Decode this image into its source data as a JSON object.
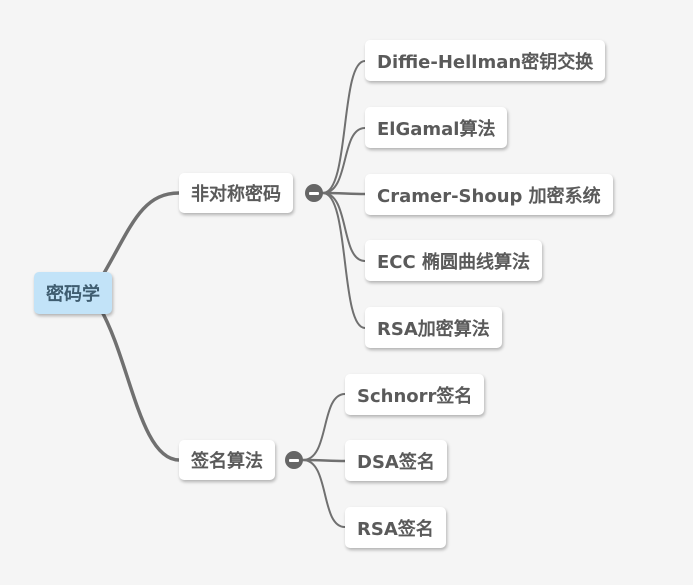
{
  "root": {
    "label": "密码学"
  },
  "branches": [
    {
      "label": "非对称密码",
      "collapse_icon": "minus-circle-icon",
      "children": [
        "Diffie-Hellman密钥交换",
        "ElGamal算法",
        "Cramer-Shoup 加密系统",
        "ECC 椭圆曲线算法",
        "RSA加密算法"
      ]
    },
    {
      "label": "签名算法",
      "collapse_icon": "minus-circle-icon",
      "children": [
        "Schnorr签名",
        "DSA签名",
        "RSA签名"
      ]
    }
  ],
  "colors": {
    "background": "#f5f5f5",
    "root_fill": "#c2e3f8",
    "link": "#6e6e6e",
    "text": "#5a5a5a"
  }
}
